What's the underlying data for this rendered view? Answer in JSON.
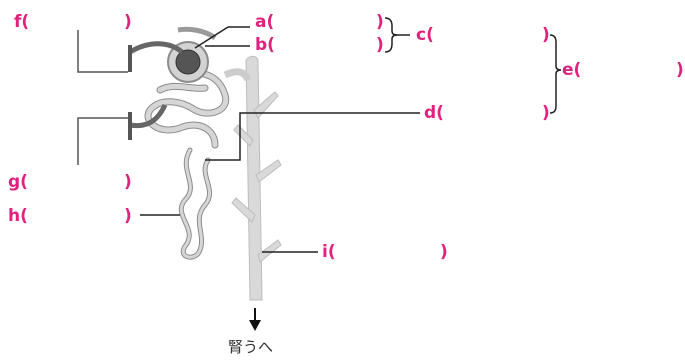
{
  "labels": {
    "a": "a(",
    "a_close": ")",
    "b": "b(",
    "b_close": ")",
    "c": "c(",
    "c_close": ")",
    "d": "d(",
    "d_close": ")",
    "e": "e(",
    "e_close": ")",
    "f": "f(",
    "f_close": ")",
    "g": "g(",
    "g_close": ")",
    "h": "h(",
    "h_close": ")",
    "i": "i(",
    "i_close": ")"
  },
  "caption": "腎うへ",
  "colors": {
    "label": "#e2217f",
    "line": "#222222",
    "vessel_dark": "#666666",
    "tubule": "#d6d6d6",
    "tubule_edge": "#8c8c8c",
    "collecting_duct": "#d9d9d9"
  }
}
